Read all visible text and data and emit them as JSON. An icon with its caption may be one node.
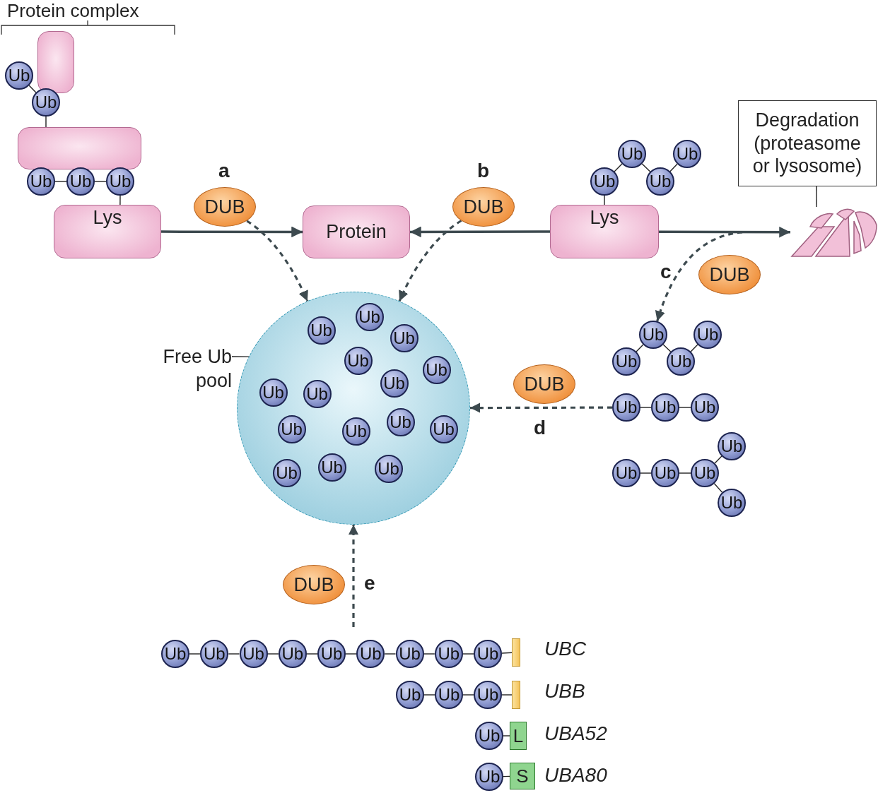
{
  "diagram": {
    "nodes": [
      {
        "text": [],
        "shape": "box"
      },
      {
        "text": [
          "Ub"
        ]
      },
      {
        "text": [
          "Ub"
        ]
      },
      {
        "text": [],
        "shape": "box"
      },
      {
        "text": [
          "Ub"
        ]
      },
      {
        "text": [
          "Ub"
        ]
      },
      {
        "text": [
          "Ub"
        ]
      },
      {
        "text": [
          "Lys"
        ]
      },
      {
        "text": [
          "Protein"
        ]
      },
      {
        "text": [
          "Lys"
        ]
      },
      {
        "text": [
          "Ub"
        ]
      },
      {
        "text": [
          "Ub"
        ]
      },
      {
        "text": [
          "Ub"
        ]
      },
      {
        "text": [
          "Ub"
        ]
      },
      {
        "text": [
          "Degradation (proteasome or lysosome)"
        ]
      },
      {
        "text": [],
        "shape": "picture"
      },
      {
        "text": [
          "DUB"
        ]
      },
      {
        "text": [
          "DUB"
        ]
      },
      {
        "text": [
          "DUB"
        ]
      },
      {
        "text": [
          "DUB"
        ]
      },
      {
        "text": [
          "DUB"
        ]
      },
      {
        "text": [],
        "shape": "circle"
      },
      {
        "text": [
          "Free Ub pool"
        ]
      },
      {
        "text": [
          "Ub"
        ],
        "in": 21
      },
      {
        "text": [
          "Ub"
        ],
        "in": 21
      },
      {
        "text": [
          "Ub"
        ],
        "in": 21
      },
      {
        "text": [
          "Ub"
        ],
        "in": 21
      },
      {
        "text": [
          "Ub"
        ],
        "in": 21
      },
      {
        "text": [
          "Ub"
        ],
        "in": 21
      },
      {
        "text": [
          "Ub"
        ],
        "in": 21
      },
      {
        "text": [
          "Ub"
        ],
        "in": 21
      },
      {
        "text": [
          "Ub"
        ],
        "in": 21
      },
      {
        "text": [
          "Ub"
        ],
        "in": 21
      },
      {
        "text": [
          "Ub"
        ],
        "in": 21
      },
      {
        "text": [
          "Ub"
        ],
        "in": 21
      },
      {
        "text": [
          "Ub"
        ],
        "in": 21
      },
      {
        "text": [
          "Ub"
        ],
        "in": 21
      },
      {
        "text": [
          "Ub"
        ],
        "in": 21
      },
      {
        "text": [
          "Ub"
        ]
      },
      {
        "text": [
          "Ub"
        ]
      },
      {
        "text": [
          "Ub"
        ]
      },
      {
        "text": [
          "Ub"
        ]
      },
      {
        "text": [
          "Ub"
        ]
      },
      {
        "text": [
          "Ub"
        ]
      },
      {
        "text": [
          "Ub"
        ]
      },
      {
        "text": [
          "Ub"
        ]
      },
      {
        "text": [
          "Ub"
        ]
      },
      {
        "text": [
          "Ub"
        ]
      },
      {
        "text": [
          "Ub"
        ]
      },
      {
        "text": [
          "Ub"
        ]
      },
      {
        "text": [
          "Ub"
        ]
      },
      {
        "text": [
          "Ub"
        ]
      },
      {
        "text": [
          "Ub"
        ]
      },
      {
        "text": [
          "Ub"
        ]
      },
      {
        "text": [
          "Ub"
        ]
      },
      {
        "text": [
          "Ub"
        ]
      },
      {
        "text": [
          "Ub"
        ]
      },
      {
        "text": [
          "Ub"
        ]
      },
      {
        "text": [
          "Ub"
        ]
      },
      {
        "text": [],
        "shape": "bar"
      },
      {
        "text": [
          "Ub"
        ]
      },
      {
        "text": [
          "Ub"
        ]
      },
      {
        "text": [
          "Ub"
        ]
      },
      {
        "text": [],
        "shape": "bar"
      },
      {
        "text": [
          "Ub"
        ]
      },
      {
        "text": [
          "L"
        ]
      },
      {
        "text": [
          "Ub"
        ]
      },
      {
        "text": [
          "S"
        ]
      }
    ],
    "edges": [
      {
        "from": 7,
        "to": 8,
        "arrow": "to",
        "style": "thick"
      },
      {
        "from": 9,
        "to": 8,
        "arrow": "to",
        "style": "thick"
      },
      {
        "from": 9,
        "to": 15,
        "arrow": "to",
        "style": "thick"
      },
      {
        "from": 16,
        "to": 21,
        "arrow": "to",
        "style": "dashed"
      },
      {
        "from": 17,
        "to": 21,
        "arrow": "to",
        "style": "dashed"
      },
      {
        "from": null,
        "to": 39,
        "arrow": "to",
        "style": "dashed"
      },
      {
        "from": 42,
        "to": 21,
        "arrow": "to",
        "style": "dashed"
      },
      {
        "from": null,
        "to": 21,
        "arrow": "to",
        "style": "dashed"
      },
      {
        "from": 22,
        "to": 21,
        "arrow": "none"
      },
      {
        "from": 14,
        "to": 15,
        "arrow": "none"
      },
      {
        "from": 1,
        "to": 2,
        "arrow": "none"
      },
      {
        "from": 2,
        "to": 3,
        "arrow": "none"
      },
      {
        "from": 4,
        "to": 5,
        "arrow": "none"
      },
      {
        "from": 5,
        "to": 6,
        "arrow": "none"
      },
      {
        "from": 6,
        "to": 7,
        "arrow": "none"
      },
      {
        "from": 10,
        "to": 11,
        "arrow": "none"
      },
      {
        "from": 11,
        "to": 12,
        "arrow": "none"
      },
      {
        "from": 12,
        "to": 13,
        "arrow": "none"
      },
      {
        "from": 10,
        "to": 9,
        "arrow": "none"
      },
      {
        "from": 38,
        "to": 39,
        "arrow": "none"
      },
      {
        "from": 39,
        "to": 40,
        "arrow": "none"
      },
      {
        "from": 40,
        "to": 41,
        "arrow": "none"
      },
      {
        "from": 42,
        "to": 43,
        "arrow": "none"
      },
      {
        "from": 43,
        "to": 44,
        "arrow": "none"
      },
      {
        "from": 45,
        "to": 46,
        "arrow": "none"
      },
      {
        "from": 46,
        "to": 47,
        "arrow": "none"
      },
      {
        "from": 47,
        "to": 48,
        "arrow": "none"
      },
      {
        "from": 47,
        "to": 49,
        "arrow": "none"
      },
      {
        "from": 50,
        "to": 51,
        "arrow": "none"
      },
      {
        "from": 51,
        "to": 52,
        "arrow": "none"
      },
      {
        "from": 52,
        "to": 53,
        "arrow": "none"
      },
      {
        "from": 53,
        "to": 54,
        "arrow": "none"
      },
      {
        "from": 54,
        "to": 55,
        "arrow": "none"
      },
      {
        "from": 55,
        "to": 56,
        "arrow": "none"
      },
      {
        "from": 56,
        "to": 57,
        "arrow": "none"
      },
      {
        "from": 57,
        "to": 58,
        "arrow": "none"
      },
      {
        "from": 58,
        "to": 59,
        "arrow": "none"
      },
      {
        "from": 60,
        "to": 61,
        "arrow": "none"
      },
      {
        "from": 61,
        "to": 62,
        "arrow": "none"
      },
      {
        "from": 62,
        "to": 63,
        "arrow": "none"
      },
      {
        "from": 64,
        "to": 65,
        "arrow": "none"
      },
      {
        "from": 66,
        "to": 67,
        "arrow": "none"
      }
    ],
    "labels": [
      "Protein complex",
      "a",
      "b",
      "c",
      "d",
      "e",
      "UBC",
      "UBB",
      "UBA52",
      "UBA80"
    ]
  }
}
